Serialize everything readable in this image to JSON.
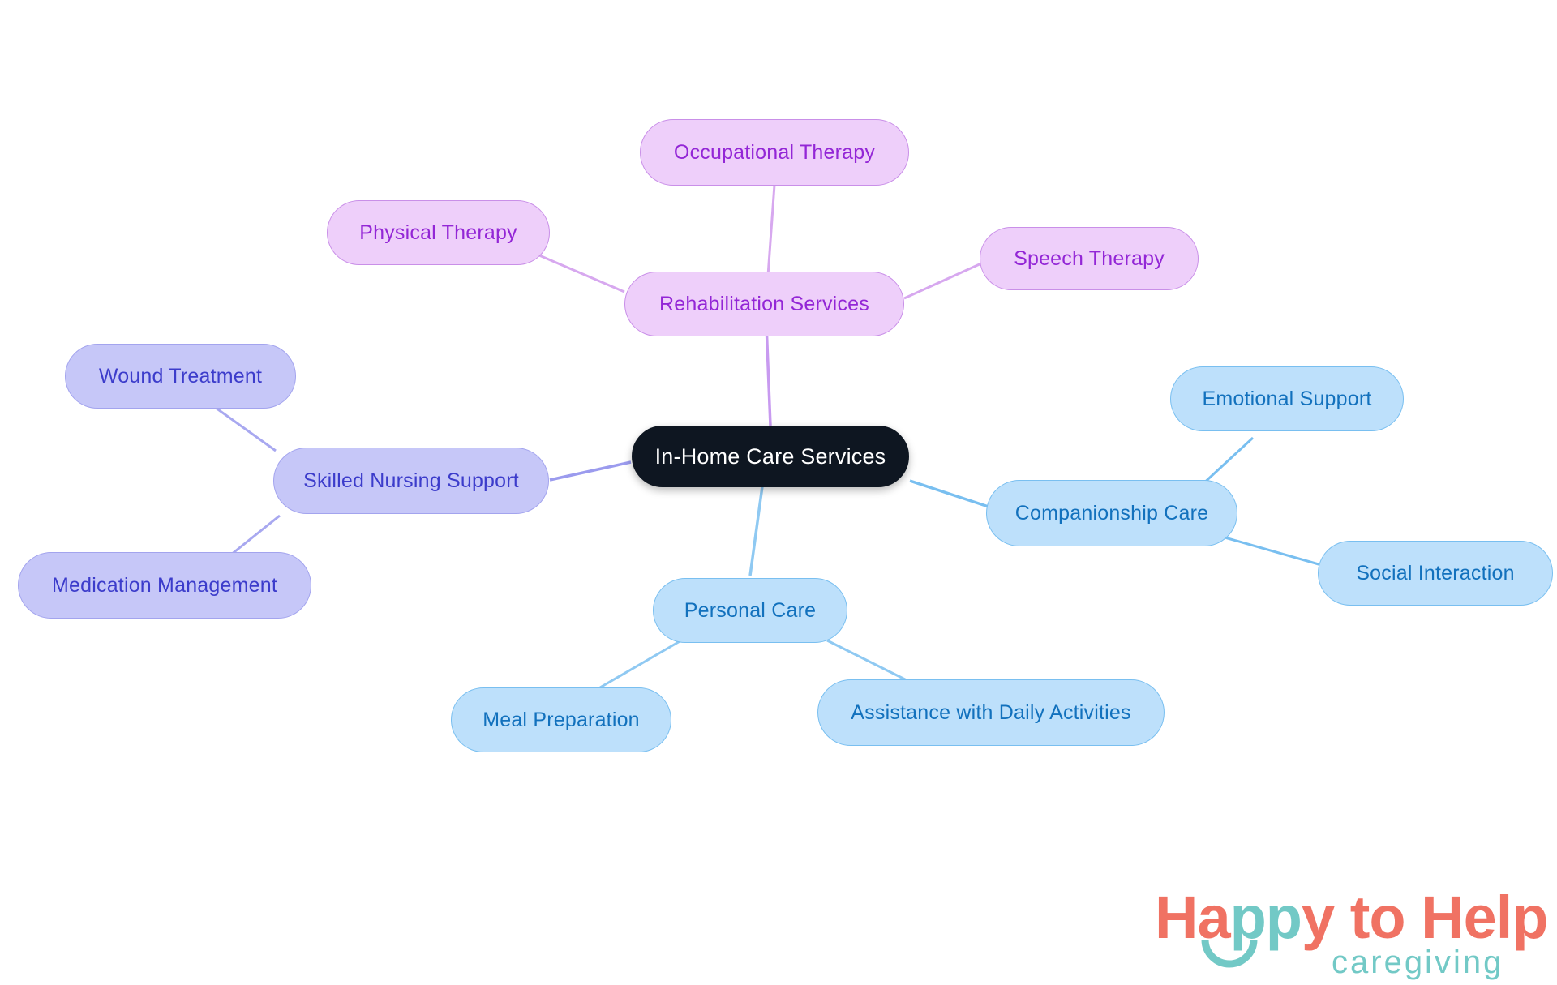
{
  "diagram": {
    "type": "mindmap",
    "title": "In-Home Care Services",
    "root": {
      "id": "root",
      "label": "In-Home Care Services",
      "color_fill": "#0e1621",
      "color_text": "#ffffff"
    },
    "branches": [
      {
        "id": "rehabilitation-services",
        "label": "Rehabilitation Services",
        "theme": "purple",
        "color_fill": "#eecffa",
        "color_border": "#c98fe8",
        "color_text": "#9326d6",
        "children": [
          {
            "id": "occupational-therapy",
            "label": "Occupational Therapy"
          },
          {
            "id": "physical-therapy",
            "label": "Physical Therapy"
          },
          {
            "id": "speech-therapy",
            "label": "Speech Therapy"
          }
        ]
      },
      {
        "id": "skilled-nursing-support",
        "label": "Skilled Nursing Support",
        "theme": "periwinkle",
        "color_fill": "#c6c7f8",
        "color_border": "#a3a4ee",
        "color_text": "#3c3ccb",
        "children": [
          {
            "id": "wound-treatment",
            "label": "Wound Treatment"
          },
          {
            "id": "medication-management",
            "label": "Medication Management"
          }
        ]
      },
      {
        "id": "companionship-care",
        "label": "Companionship Care",
        "theme": "blue",
        "color_fill": "#bde0fb",
        "color_border": "#79bff0",
        "color_text": "#1271bd",
        "children": [
          {
            "id": "emotional-support",
            "label": "Emotional Support"
          },
          {
            "id": "social-interaction",
            "label": "Social Interaction"
          }
        ]
      },
      {
        "id": "personal-care",
        "label": "Personal Care",
        "theme": "blue",
        "color_fill": "#bde0fb",
        "color_border": "#79bff0",
        "color_text": "#1271bd",
        "children": [
          {
            "id": "meal-preparation",
            "label": "Meal Preparation"
          },
          {
            "id": "assistance-with-daily-activities",
            "label": "Assistance with Daily Activities"
          }
        ]
      }
    ]
  },
  "nodes": {
    "root": "In-Home Care Services",
    "occupational_therapy": "Occupational Therapy",
    "physical_therapy": "Physical Therapy",
    "rehabilitation_services": "Rehabilitation Services",
    "speech_therapy": "Speech Therapy",
    "wound_treatment": "Wound Treatment",
    "skilled_nursing_support": "Skilled Nursing Support",
    "medication_management": "Medication Management",
    "emotional_support": "Emotional Support",
    "companionship_care": "Companionship Care",
    "social_interaction": "Social Interaction",
    "personal_care": "Personal Care",
    "meal_preparation": "Meal Preparation",
    "assistance_with_daily_activities": "Assistance with Daily Activities"
  },
  "logo": {
    "word1": "Ha",
    "word2": "pp",
    "word3": "y to Hel",
    "word4": "p",
    "tagline": "caregiving",
    "color_coral": "#f07263",
    "color_teal": "#72c9c6"
  }
}
